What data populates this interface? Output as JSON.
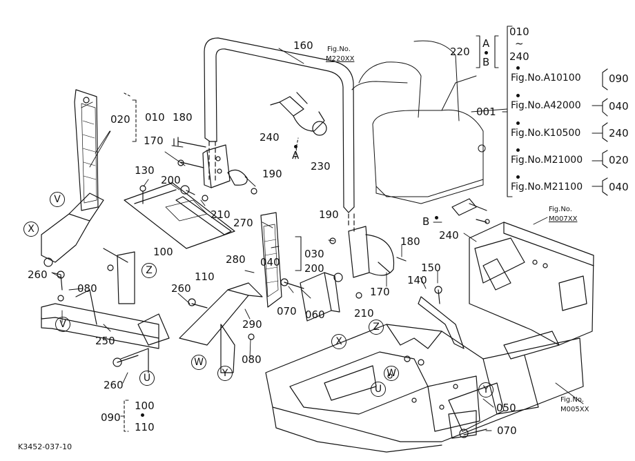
{
  "drawing_id": "K3452-037-10",
  "parts": {
    "p001": "001",
    "p010": "010",
    "p020": "020",
    "p030": "030",
    "p040": "040",
    "p050": "050",
    "p060": "060",
    "p070": "070",
    "p080": "080",
    "p090": "090",
    "p100": "100",
    "p110": "110",
    "p130": "130",
    "p140": "140",
    "p150": "150",
    "p160": "160",
    "p170": "170",
    "p180": "180",
    "p190": "190",
    "p200": "200",
    "p210": "210",
    "p220": "220",
    "p230": "230",
    "p240": "240",
    "p250": "250",
    "p260": "260",
    "p270": "270",
    "p280": "280",
    "p290": "290"
  },
  "refs": {
    "A": "A",
    "B": "B",
    "U": "U",
    "V": "V",
    "W": "W",
    "X": "X",
    "Y": "Y",
    "Z": "Z"
  },
  "bracket_220": {
    "top": "A",
    "bottom": "B"
  },
  "bracket_001": {
    "from": "010",
    "sep": "~",
    "to": "240"
  },
  "fig_list": [
    {
      "label": "Fig.No.A10100",
      "code": "090"
    },
    {
      "label": "Fig.No.A42000",
      "code": "040"
    },
    {
      "label": "Fig.No.K10500",
      "code": "240"
    },
    {
      "label": "Fig.No.M21000",
      "code": "020"
    },
    {
      "label": "Fig.No.M21100",
      "code": "040"
    }
  ],
  "fig_refs": {
    "m220_title": "Fig.No.",
    "m220_code": "M220XX",
    "m007_title": "Fig.No.",
    "m007_code": "M007XX",
    "m005_title": "Fig.No.",
    "m005_code": "M005XX"
  }
}
